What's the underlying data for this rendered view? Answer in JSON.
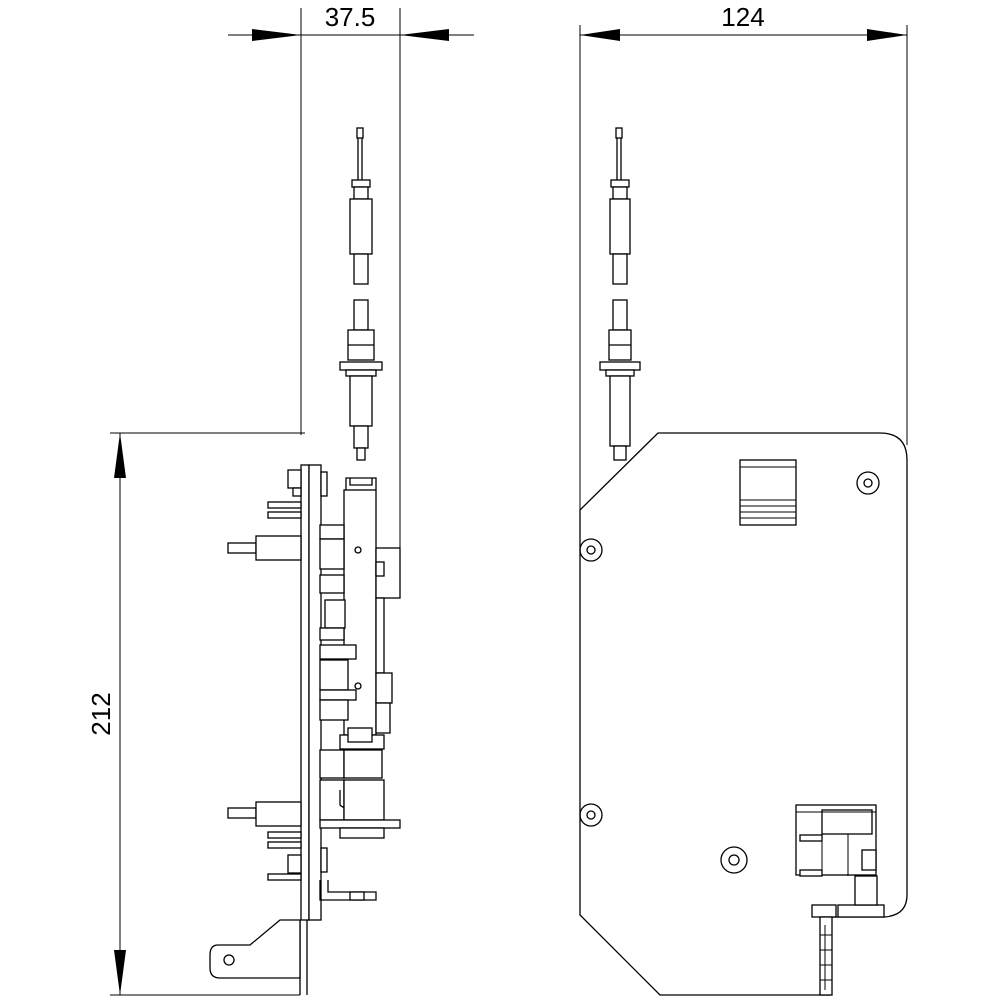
{
  "dimensions": {
    "width_side": "37.5",
    "width_front": "124",
    "height": "212"
  }
}
